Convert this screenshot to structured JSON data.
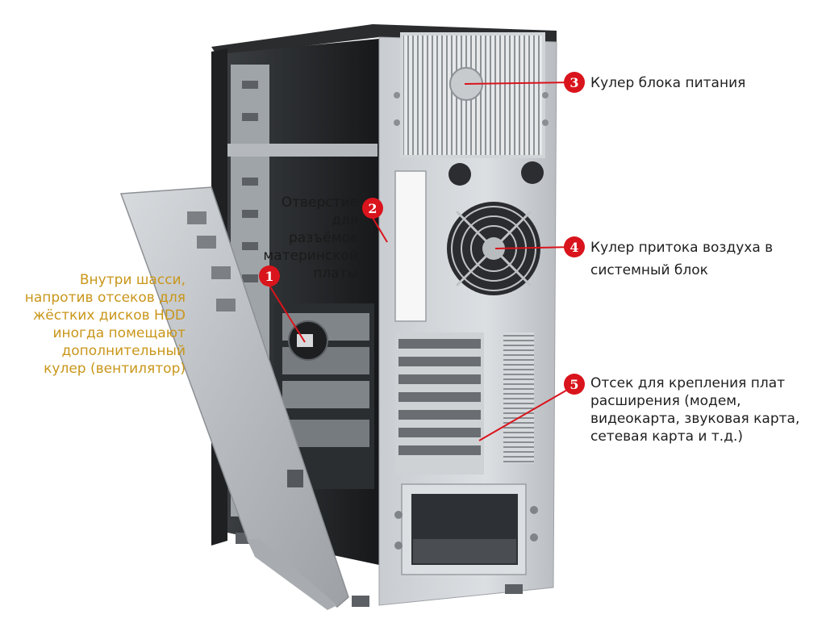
{
  "colors": {
    "marker": "#d9141c",
    "callout_line": "#d9141c",
    "left_note_text": "#c9961a",
    "label_text": "#1f1f1f",
    "case_metal": "#c4c8cc",
    "case_edge": "#2a2a2a"
  },
  "markers": [
    {
      "num": "1"
    },
    {
      "num": "2"
    },
    {
      "num": "3"
    },
    {
      "num": "4"
    },
    {
      "num": "5"
    }
  ],
  "labels": {
    "inner_fan": [
      "Внутри шасси,",
      "напротив отсеков для",
      "жёстких дисков HDD",
      "иногда помещают",
      "дополнительный",
      "кулер (вентилятор)"
    ],
    "mobo_opening": [
      "Отверстие",
      "для",
      "разъёмов",
      "материнской",
      "платы"
    ],
    "psu_fan": [
      "Кулер блока питания"
    ],
    "intake_fan": [
      "Кулер притока воздуха в",
      "системный блок"
    ],
    "expansion_slots": [
      "Отсек для крепления плат",
      "расширения (модем,",
      "видеокарта, звуковая карта,",
      "сетевая карта и т.д.)"
    ]
  }
}
